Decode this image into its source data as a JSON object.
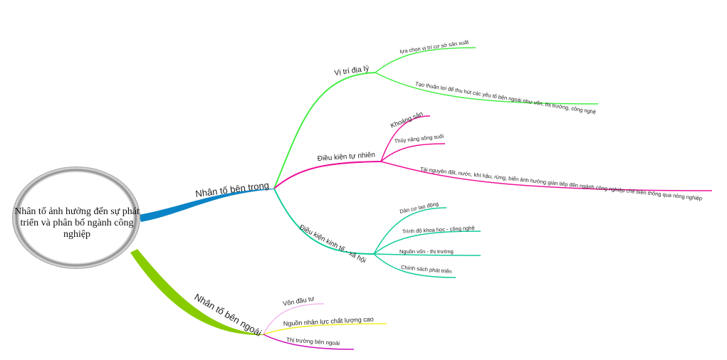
{
  "central": {
    "title": "Nhân tố ảnh hưởng đến sự phát triển và phân bố ngành công nghiệp"
  },
  "branches": [
    {
      "label": "Nhân tố bên trong",
      "color": "#0a84c6",
      "sub": [
        {
          "label": "Vị trí địa lý",
          "color": "#44ee44",
          "children": [
            "lựa chọn vị trí cơ sở sản xuất",
            "Tạo thuận lợi để thu hút các yếu tố bên ngoài như vốn, thị trường, công nghệ"
          ]
        },
        {
          "label": "Điều kiện tự nhiên",
          "color": "#ee1199",
          "children": [
            "Khoáng sản",
            "Thủy năng sông suối",
            "Tài nguyên đất, nước, khí hậu, rừng, biển ảnh hưởng gián tiếp đến ngành công nghiệp chế biến thông qua nông nghiệp"
          ]
        },
        {
          "label": "Điều kiện kinh tế - xã hội",
          "color": "#11cc99",
          "children": [
            "Dân cư lao động",
            "Trình độ khoa học - công nghệ",
            "Nguồn vốn - thị trường",
            "Chính sách phát triển"
          ]
        }
      ]
    },
    {
      "label": "Nhân tố bên ngoài",
      "color": "#88cc00",
      "children": [
        {
          "label": "Vốn đầu tư",
          "color": "#f4b8f0"
        },
        {
          "label": "Nguồn nhân lực chất lượng cao",
          "color": "#f2ee22"
        },
        {
          "label": "Thị trường bên ngoài",
          "color": "#cc11bb"
        }
      ]
    }
  ]
}
